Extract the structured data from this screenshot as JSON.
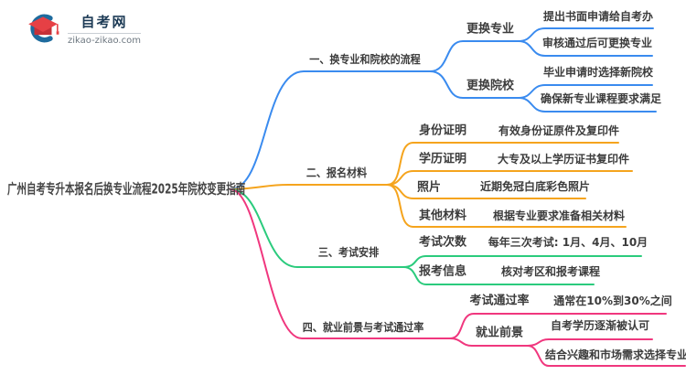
{
  "logo": {
    "icon": "graduation-cap-icon",
    "site_name": "自考网",
    "site_domain": "zikao-zikao.com",
    "icon_blue": "#1e6b9e",
    "icon_red": "#e64045"
  },
  "root": {
    "title": "广州自考专升本报名后换专业流程2025年院校变更指南"
  },
  "branches": [
    {
      "label": "一、换专业和院校的流程",
      "color": "#3a8bef",
      "children": [
        {
          "label": "更换专业",
          "leaves": [
            "提出书面申请给自考办",
            "审核通过后可更换专业"
          ]
        },
        {
          "label": "更换院校",
          "leaves": [
            "毕业申请时选择新院校",
            "确保新专业课程要求满足"
          ]
        }
      ]
    },
    {
      "label": "二、报名材料",
      "color": "#f5a41d",
      "children": [
        {
          "label": "身份证明",
          "leaves": [
            "有效身份证原件及复印件"
          ]
        },
        {
          "label": "学历证明",
          "leaves": [
            "大专及以上学历证书复印件"
          ]
        },
        {
          "label": "照片",
          "leaves": [
            "近期免冠白底彩色照片"
          ]
        },
        {
          "label": "其他材料",
          "leaves": [
            "根据专业要求准备相关材料"
          ]
        }
      ]
    },
    {
      "label": "三、考试安排",
      "color": "#2bcb7d",
      "children": [
        {
          "label": "考试次数",
          "leaves": [
            "每年三次考试: 1月、4月、10月"
          ]
        },
        {
          "label": "报考信息",
          "leaves": [
            "核对考区和报考课程"
          ]
        }
      ]
    },
    {
      "label": "四、就业前景与考试通过率",
      "color": "#f0377e",
      "children": [
        {
          "label": "考试通过率",
          "leaves": [
            "通常在10%到30%之间"
          ]
        },
        {
          "label": "就业前景",
          "leaves": [
            "自考学历逐渐被认可",
            "结合兴趣和市场需求选择专业"
          ]
        }
      ]
    }
  ],
  "text_color": "#3c3c3c"
}
